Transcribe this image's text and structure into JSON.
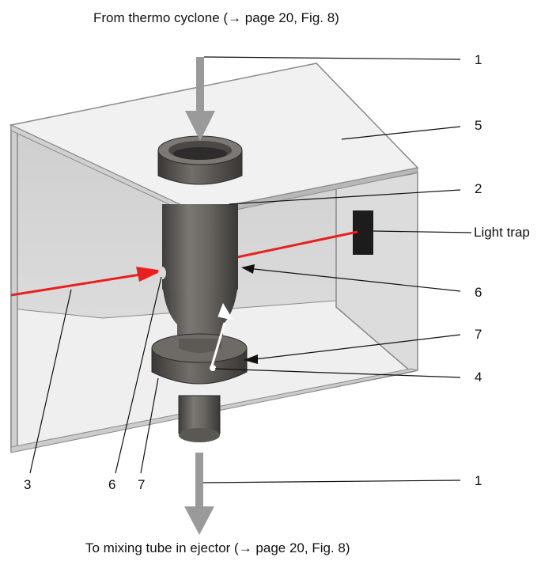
{
  "top_caption": "From thermo cyclone (→  page 20, Fig. 8)",
  "bottom_caption": "To mixing tube in ejector (→  page 20, Fig. 8)",
  "labels": {
    "inlet_top": "1",
    "housing": "5",
    "tube": "2",
    "light_trap": "Light trap",
    "window_right": "6",
    "flange_right": "7",
    "detector": "4",
    "laser": "3",
    "window_left": "6",
    "flange_left": "7",
    "outlet_bottom": "1"
  },
  "colors": {
    "laser": "#e8201e",
    "arrow": "#9a9a9a",
    "housing_top": "#eeeeee",
    "housing_side": "#dedede",
    "tube": "#6b6862",
    "light_trap": "#1c1c1c"
  }
}
